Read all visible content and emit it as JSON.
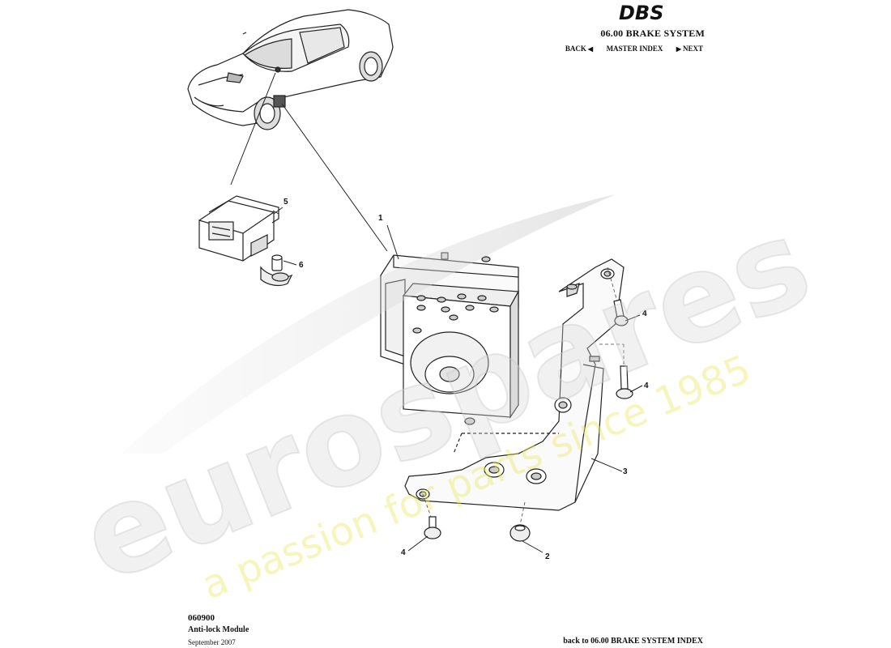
{
  "header": {
    "logo_text": "DBS",
    "title": "06.00 BRAKE SYSTEM",
    "nav": {
      "back": "BACK",
      "master_index": "MASTER INDEX",
      "next": "NEXT"
    }
  },
  "diagram": {
    "callouts": [
      {
        "id": "callout-1",
        "label": "1"
      },
      {
        "id": "callout-2",
        "label": "2"
      },
      {
        "id": "callout-3",
        "label": "3"
      },
      {
        "id": "callout-4a",
        "label": "4"
      },
      {
        "id": "callout-4b",
        "label": "4"
      },
      {
        "id": "callout-4c",
        "label": "4"
      },
      {
        "id": "callout-5",
        "label": "5"
      },
      {
        "id": "callout-6",
        "label": "6"
      }
    ]
  },
  "watermark": {
    "brand": "eurospares",
    "tagline": "a passion for parts since 1985"
  },
  "footer": {
    "code": "060900",
    "title": "Anti-lock Module",
    "date": "September 2007",
    "back_link": "back to 06.00 BRAKE SYSTEM INDEX"
  }
}
